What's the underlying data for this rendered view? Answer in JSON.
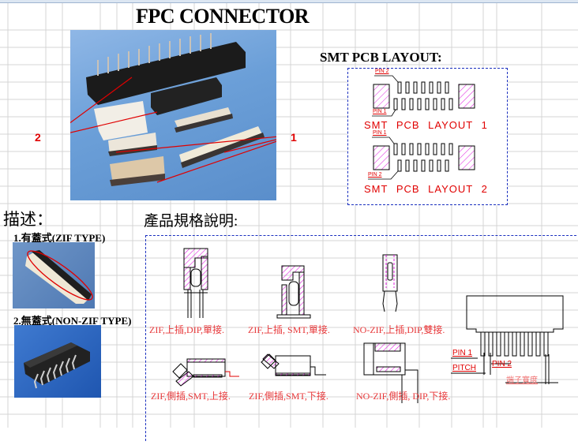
{
  "title": "FPC CONNECTOR",
  "photo_callouts": [
    "2",
    "1"
  ],
  "smt_section": {
    "heading": "SMT PCB LAYOUT:",
    "layouts": [
      {
        "caption": "SMT  PCB  LAYOUT  1",
        "pin_top": "PIN 2",
        "pin_bottom": "PIN 1"
      },
      {
        "caption": "SMT  PCB  LAYOUT  2",
        "pin_top": "PIN 1",
        "pin_bottom": "PIN 2"
      }
    ]
  },
  "description": {
    "heading": "描述：",
    "types": [
      {
        "label": "1.有蓋式(ZIF TYPE)"
      },
      {
        "label": "2.無蓋式(NON-ZIF TYPE)"
      }
    ]
  },
  "spec": {
    "heading": "產品規格說明:",
    "drawings": [
      {
        "caption": "ZIF,上插,DIP,單接."
      },
      {
        "caption": "ZIF,上插, SMT,單接."
      },
      {
        "caption": "NO-ZIF,上插,DIP,雙接."
      },
      {
        "caption": "ZIF,側插,SMT,上接."
      },
      {
        "caption": "ZIF,側插,SMT,下接."
      },
      {
        "caption": "NO-ZIF,側插, DIP,下接."
      }
    ],
    "dimension_labels": {
      "pin1": "PIN  1",
      "pin2": "PIN  2",
      "pitch": "PITCH",
      "terminal_width": "端子寬度"
    }
  },
  "colors": {
    "accent_red": "#e00000",
    "hatch_magenta": "#e020e0",
    "dashed_border": "#1a2fbf"
  }
}
